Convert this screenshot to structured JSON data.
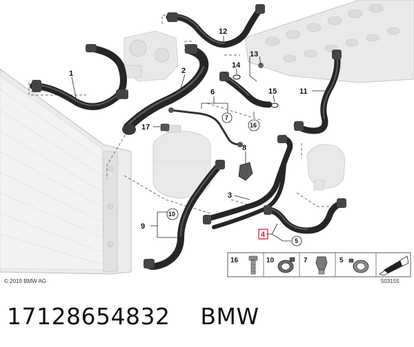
{
  "copyright": "© 2019 BMW AG",
  "diagram_id": "503155",
  "caption": {
    "part_number": "17128654832",
    "brand": "BMW"
  },
  "highlighted_callout": "4",
  "callouts": {
    "c1": "1",
    "c2": "2",
    "c3": "3",
    "c4": "4",
    "c5": "5",
    "c6": "6",
    "c7": "7",
    "c8": "8",
    "c9": "9",
    "c10": "10",
    "c11": "11",
    "c12": "12",
    "c13": "13",
    "c14": "14",
    "c15": "15",
    "c16": "16",
    "c17": "17"
  },
  "legend": {
    "items": [
      "16",
      "10",
      "7",
      "5"
    ]
  }
}
